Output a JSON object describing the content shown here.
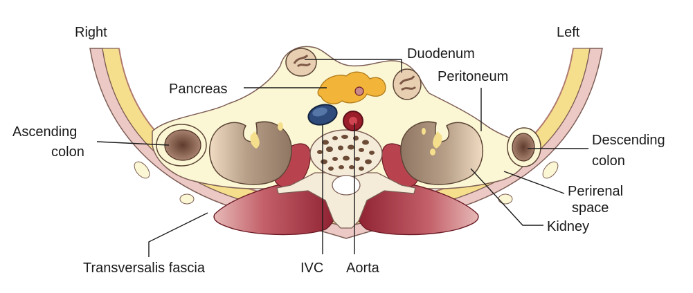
{
  "labels": {
    "right": "Right",
    "left": "Left",
    "duodenum": "Duodenum",
    "peritoneum": "Peritoneum",
    "pancreas": "Pancreas",
    "ascending_colon_line1": "Ascending",
    "ascending_colon_line2": "colon",
    "descending_colon_line1": "Descending",
    "descending_colon_line2": "colon",
    "perirenal_line1": "Perirenal",
    "perirenal_line2": "space",
    "kidney": "Kidney",
    "transversalis_fascia": "Transversalis fascia",
    "ivc": "IVC",
    "aorta": "Aorta"
  },
  "colors": {
    "abdominal_wall_pink": "#ecc9c5",
    "abdominal_wall_yellow": "#f6df8c",
    "fat_cream": "#fbf6d3",
    "kidney_brown": "#a58c78",
    "kidney_light": "#e8cfb2",
    "muscle_red": "#b8434f",
    "vertebra": "#f4ecd9",
    "ivc_blue": "#2f4b7c",
    "aorta_red": "#9a1d2a",
    "pancreas_orange": "#f2b53a",
    "colon_brown": "#7e5846"
  }
}
